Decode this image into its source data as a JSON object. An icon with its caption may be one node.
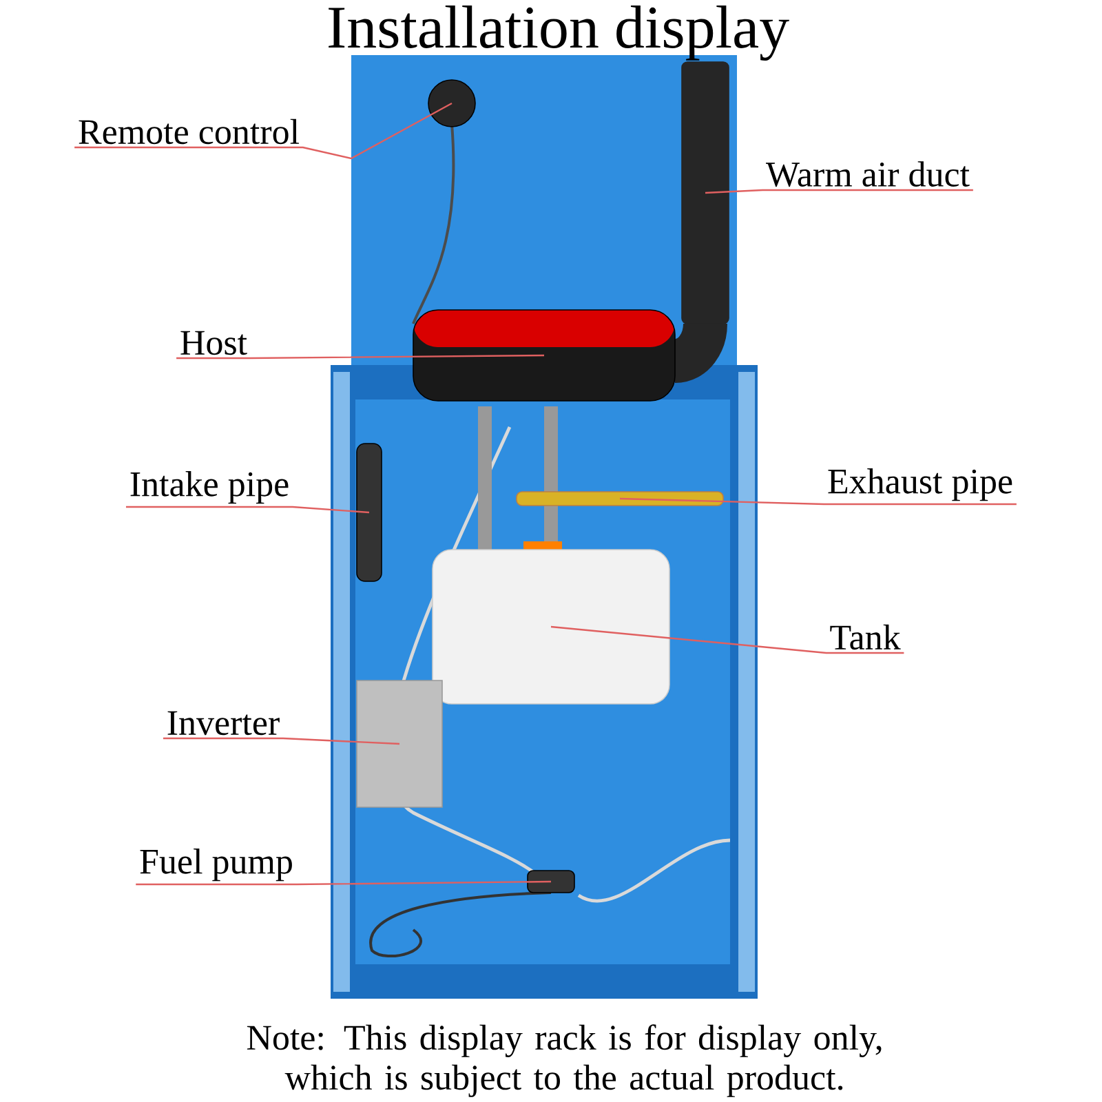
{
  "diagram": {
    "title": "Installation display",
    "caption": "Note: This display rack is for display only, which is subject to the actual product.",
    "nodes": [
      {
        "text": [
          "Remote control"
        ]
      },
      {
        "text": [
          "Warm air duct"
        ]
      },
      {
        "text": [
          "Host"
        ]
      },
      {
        "text": [
          "Intake pipe"
        ]
      },
      {
        "text": [
          "Exhaust pipe"
        ]
      },
      {
        "text": [
          "Tank"
        ]
      },
      {
        "text": [
          "Inverter"
        ]
      },
      {
        "text": [
          "Fuel pump"
        ]
      },
      {
        "text": [],
        "shape": "circle"
      },
      {
        "text": [],
        "shape": "box"
      },
      {
        "text": [],
        "shape": "box"
      },
      {
        "text": [],
        "shape": "box"
      },
      {
        "text": [],
        "shape": "box"
      },
      {
        "text": [],
        "shape": "box"
      },
      {
        "text": [],
        "shape": "box"
      },
      {
        "text": [],
        "shape": "box"
      }
    ],
    "edges": [
      {
        "from": 0,
        "to": 8,
        "arrow": "none"
      },
      {
        "from": 1,
        "to": 9,
        "arrow": "none"
      },
      {
        "from": 2,
        "to": 10,
        "arrow": "none"
      },
      {
        "from": 3,
        "to": 11,
        "arrow": "none"
      },
      {
        "from": 4,
        "to": 12,
        "arrow": "none"
      },
      {
        "from": 5,
        "to": 13,
        "arrow": "none"
      },
      {
        "from": 6,
        "to": 14,
        "arrow": "none"
      },
      {
        "from": 7,
        "to": 15,
        "arrow": "none"
      }
    ]
  }
}
